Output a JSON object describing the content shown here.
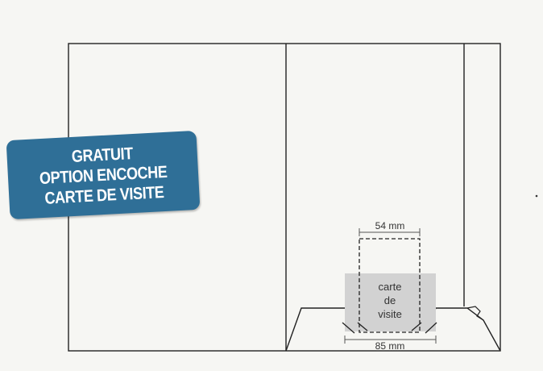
{
  "badge": {
    "line1": "GRATUIT",
    "line2": "OPTION ENCOCHE",
    "line3": "CARTE DE VISITE",
    "color": "#2f6f97"
  },
  "card": {
    "line1": "carte",
    "line2": "de",
    "line3": "visite",
    "color": "#d2d2d2"
  },
  "dimensions": {
    "height": "54 mm",
    "width": "85 mm"
  },
  "colors": {
    "line": "#222222",
    "background": "#f6f6f3"
  }
}
